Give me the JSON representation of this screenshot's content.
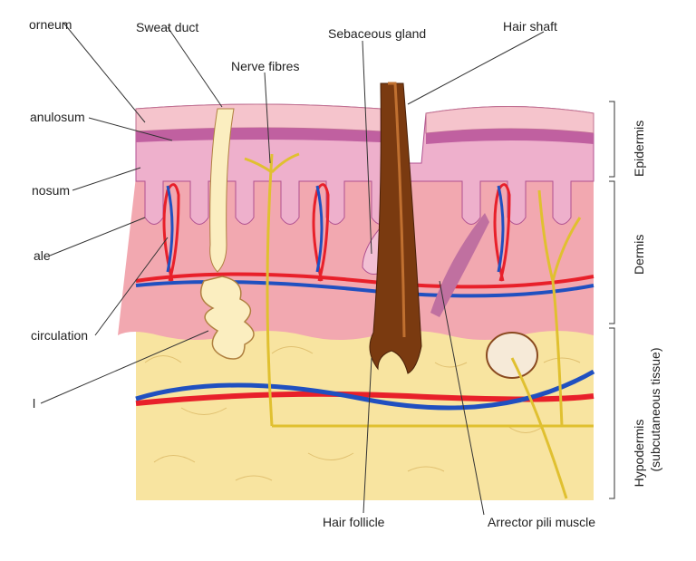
{
  "labels": {
    "stratum_corneum": "orneum",
    "sweat_duct": "Sweat duct",
    "nerve_fibres": "Nerve fibres",
    "sebaceous_gland": "Sebaceous gland",
    "hair_shaft": "Hair shaft",
    "stratum_granulosum": "anulosum",
    "stratum_spinosum": "nosum",
    "stratum_basale": "ale",
    "circulation": "circulation",
    "sweat_gland": "l",
    "hair_follicle": "Hair follicle",
    "arrector_pili": "Arrector pili muscle"
  },
  "layers": {
    "epidermis": "Epidermis",
    "dermis": "Dermis",
    "hypodermis_line1": "Hypodermis",
    "hypodermis_line2": "(subcutaneous tissue)"
  },
  "colors": {
    "epidermis": "#f0b8c8",
    "dermis": "#f2a8b0",
    "hypodermis": "#f8e4a0",
    "artery": "#e8202a",
    "vein": "#2050c0",
    "nerve": "#f0d040",
    "hair": "#7a3a10"
  }
}
